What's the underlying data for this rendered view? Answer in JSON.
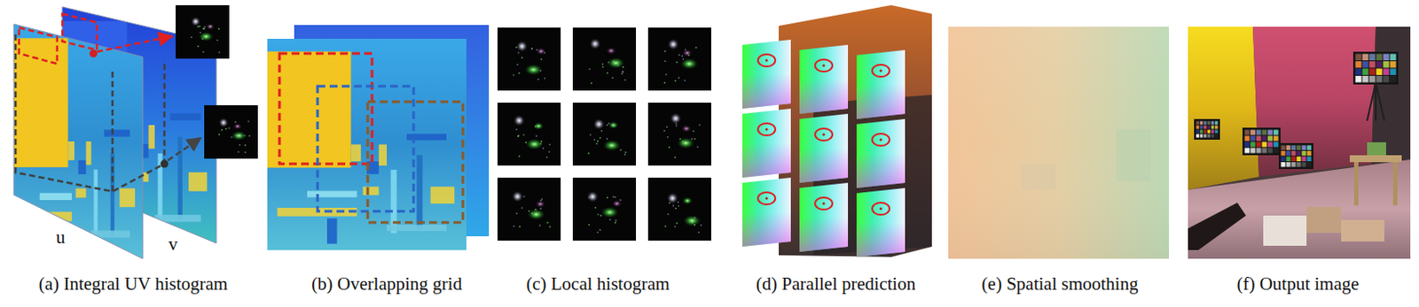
{
  "diagram": {
    "labels": [
      "u",
      "v",
      "(a) Integral UV histogram",
      "(b) Overlapping grid",
      "(c) Local histogram",
      "(d) Parallel prediction",
      "(e) Spatial smoothing",
      "(f) Output image"
    ]
  }
}
